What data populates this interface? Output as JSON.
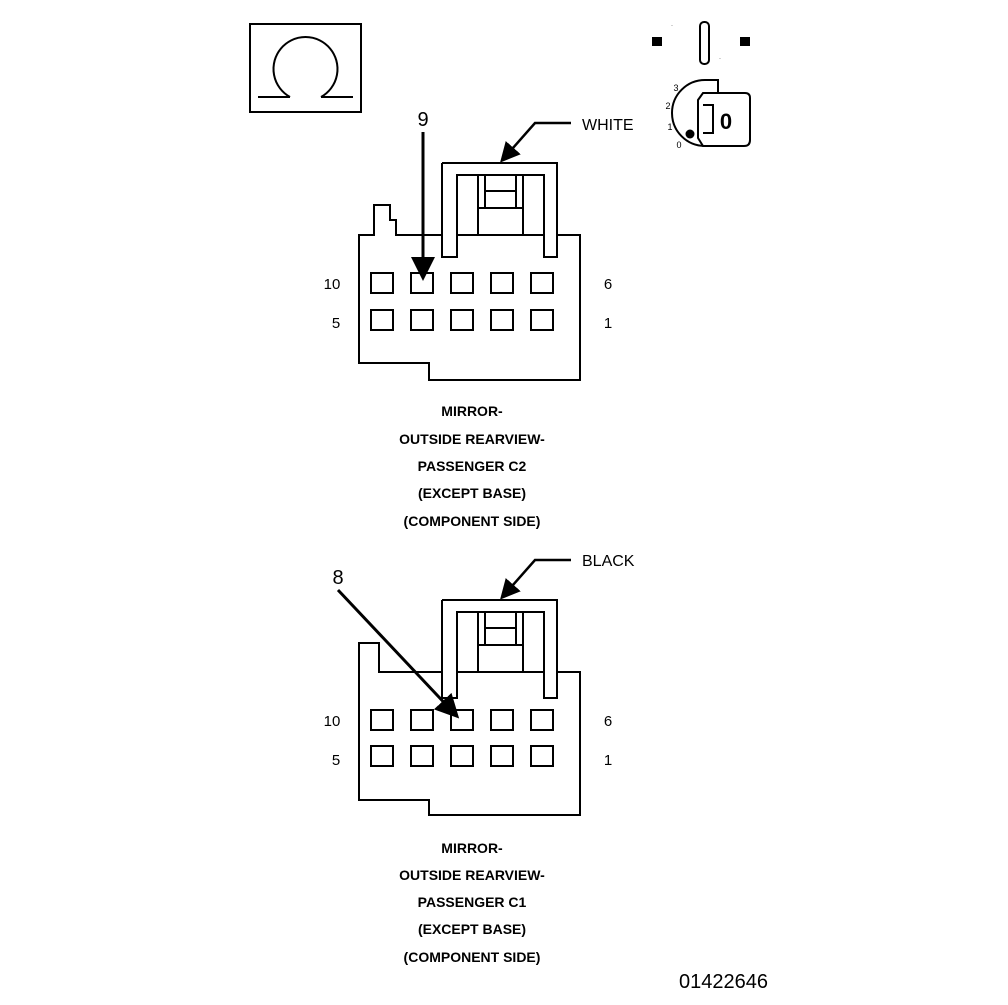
{
  "ohm_symbol": "Ω",
  "ignition": {
    "switch_positions": [
      "3",
      "2",
      "1",
      "0"
    ],
    "key_label": "0"
  },
  "connector_c2": {
    "wire_color": "WHITE",
    "pointer_pin": "9",
    "pin_labels": {
      "top_left": "10",
      "bottom_left": "5",
      "top_right": "6",
      "bottom_right": "1"
    },
    "title_lines": [
      "MIRROR-",
      "OUTSIDE REARVIEW-",
      "PASSENGER C2",
      "(EXCEPT BASE)",
      "(COMPONENT SIDE)"
    ]
  },
  "connector_c1": {
    "wire_color": "BLACK",
    "pointer_pin": "8",
    "pin_labels": {
      "top_left": "10",
      "bottom_left": "5",
      "top_right": "6",
      "bottom_right": "1"
    },
    "title_lines": [
      "MIRROR-",
      "OUTSIDE REARVIEW-",
      "PASSENGER C1",
      "(EXCEPT BASE)",
      "(COMPONENT SIDE)"
    ]
  },
  "figure_number": "01422646"
}
